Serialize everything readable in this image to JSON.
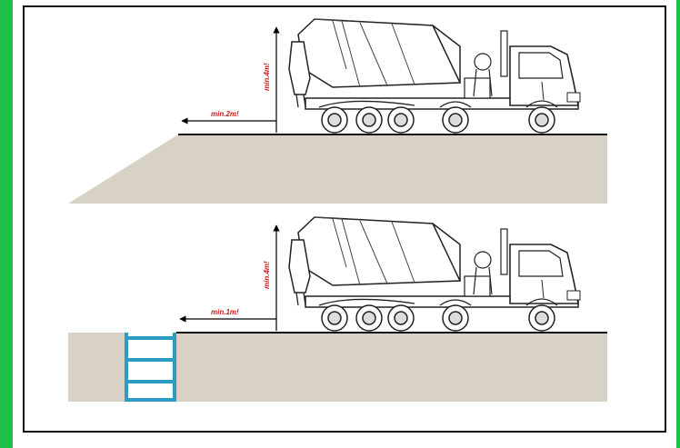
{
  "scenes": [
    {
      "horizontal_label": "min.2m!",
      "vertical_label": "min.4m!",
      "edge_type": "slope"
    },
    {
      "horizontal_label": "min.1m!",
      "vertical_label": "min.4m!",
      "edge_type": "trench"
    }
  ],
  "colors": {
    "ground": "#d8d1c6",
    "label": "#d11a1a",
    "trench_shoring": "#2e9cc2",
    "frame_accent": "#1fbf4a"
  }
}
